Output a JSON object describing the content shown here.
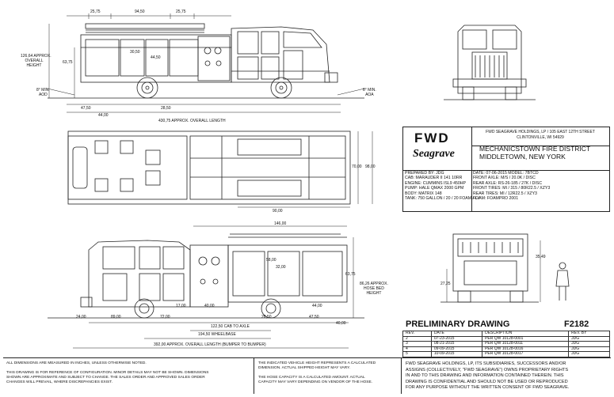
{
  "dims": {
    "top_25_75_a": "25,75",
    "top_94_50": "94,50",
    "top_25_75_b": "25,75",
    "overall_height": [
      "126,64 APPROX.",
      "OVERALL",
      "HEIGHT"
    ],
    "d_63_75": "63,75",
    "d_30_50": "30,50",
    "d_44_50": "44,50",
    "aod": [
      "8° MIN.",
      "AOD"
    ],
    "aoa": [
      "8° MIN.",
      "AOA"
    ],
    "d_47_50": "47,50",
    "d_44_00": "44,00",
    "d_28_50": "28,50",
    "overall_length": "430,75 APPROX. OVERALL LENGTH",
    "width_70_00": "70,00",
    "width_98_00": "98,00",
    "d_90_00": "90,00",
    "d_146_00": "146,00",
    "d_58_00": "58,00",
    "d_32_00": "32,00",
    "d_63_75_b": "63,75",
    "hose_bed": [
      "86,26 APPROX.",
      "HOSE BED",
      "HEIGHT"
    ],
    "d_17_00": "17,00",
    "d_40_00": "40,00",
    "d_44_00_b": "44,00",
    "d_24_00": "24,00",
    "d_89_00": "89,00",
    "d_72_00": "72,00",
    "d_28_50_b": "28,50",
    "d_47_50_b": "47,50",
    "d_40_00_b": "40,00",
    "cab_to_axle": "122,50 CAB TO AXLE",
    "wheelbase": "194,50 WHEELBASE",
    "bumper_to_bumper": "392,00 APPROX. OVERALL LENGTH (BUMPER TO BUMPER)",
    "rear_35_49": "35,49",
    "rear_27_25": "27,25"
  },
  "title_block": {
    "fwd": "FWD",
    "brand": "Seagrave",
    "company_lines": [
      "FWD SEAGRAVE HOLDINGS, LP / 105 EAST 12TH STREET",
      "CLINTONVILLE, WI 54929"
    ],
    "customer_lines": [
      "MECHANICSTOWN FIRE DISTRICT",
      "MIDDLETOWN, NEW YORK"
    ],
    "specs_left": [
      "PREPARED BY:  JDG",
      "CAB: MARAUDER II 141 10RR",
      "ENGINE: CUMMINS ISL9 450HP",
      "PUMP: HALE QMAX 2000 GPM",
      "BODY:  MATRIX 148",
      "TANK: 750 GALLON / 20 / 20 FOAM / L-/"
    ],
    "specs_right": [
      "DATE: 07-06-2015   MODEL: 7BTCD",
      "FRONT AXLE:  M/S / 20.0K / DISC",
      "REAR AXLE:  RS-26-185 / 27K / DISC",
      "FRONT TIRES: MI / 315 / 80R22.5 / XZY3",
      "REAR TIRES:  MI / 12R22.5 / XZY3",
      "FOAM: FOAMPRO 2001"
    ]
  },
  "preliminary": "PRELIMINARY DRAWING",
  "drawing_no": "F2182",
  "revisions": {
    "headers": [
      "REV.",
      "DATE",
      "DESCRIPTION",
      "REV. BY"
    ],
    "rows": [
      [
        "2",
        "07-23-2015",
        "PER QW 10128-0001",
        "JDG"
      ],
      [
        "3",
        "08-21-2015",
        "PER QW 10128-0011",
        "JDG"
      ],
      [
        "4",
        "09-09-2015",
        "PER QW 10128-0016",
        "JDG"
      ],
      [
        "5",
        "10-09-2015",
        "PER QW 10128-0017",
        "JDG"
      ]
    ]
  },
  "notes": {
    "left": [
      "ALL DIMENSIONS ARE MEASURED IN INCHES, UNLESS OTHERWISE NOTED.",
      "",
      "THIS DRAWING IS FOR REFERENCE OF CONFIGURATION. MINOR DETAILS MAY NOT BE SHOWN. DIMENSIONS",
      "SHOWN ARE APPROXIMATE AND SUBJECT TO CHANGE.  THE SALES ORDER AND APPROVED SALES ORDER",
      "CHANGES WILL PREVAIL, WHERE DISCREPANCIES EXIST."
    ],
    "middle": [
      "THE INDICATED VEHICLE HEIGHT REPRESENTS A CALCULATED",
      "DIMENSION.  ACTUAL SHIPPED HEIGHT MAY VARY.",
      "",
      "THE HOSE CAPACITY IS A CALCULATED AMOUNT.  ACTUAL",
      "CAPACITY MAY VARY DEPENDING ON  VENDOR OF THE HOSE."
    ],
    "right": [
      "FWD SEAGRAVE HOLDINGS, LP, ITS SUBSIDIARIES, SUCCESSORS AND/OR",
      "ASSIGNS (COLLECTIVELY, \"FWD SEAGRAVE\") OWNS PROPRIETARY RIGHTS",
      "IN AND TO THIS DRAWING AND INFORMATION CONTAINED THEREIN. THIS",
      "DRAWING IS CONFIDENTIAL AND SHOULD NOT BE USED OR REPRODUCED",
      "FOR ANY PURPOSE WITHOUT THE WRITTEN CONSENT OF  FWD SEAGRAVE."
    ]
  }
}
